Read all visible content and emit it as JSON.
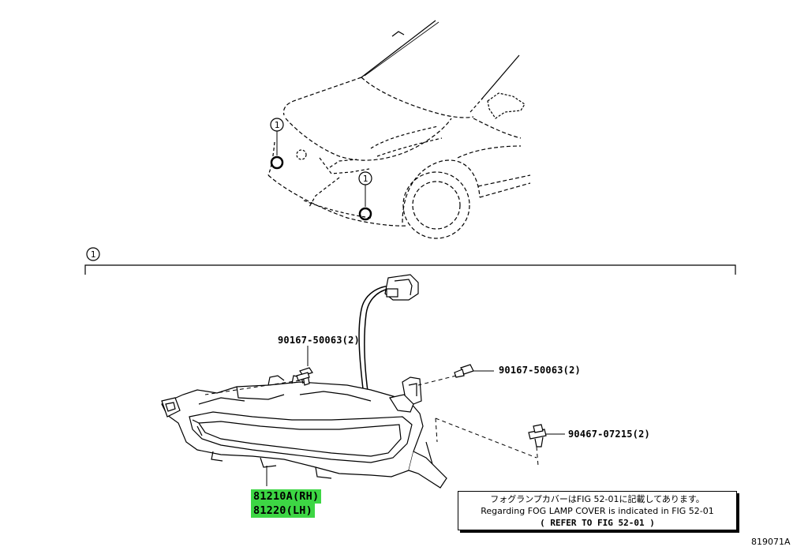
{
  "callouts": {
    "marker": "1"
  },
  "parts": [
    {
      "number": "90167-50063(2)",
      "highlighted": false
    },
    {
      "number": "90167-50063(2)",
      "highlighted": false
    },
    {
      "number": "90467-07215(2)",
      "highlighted": false
    },
    {
      "number": "81210A(RH)",
      "highlighted": true
    },
    {
      "number": "81220(LH)",
      "highlighted": true
    }
  ],
  "note": {
    "line1": "フォグランプカバーはFIG 52-01に記載してあります。",
    "line2": "Regarding FOG LAMP COVER is indicated in FIG 52-01",
    "line3": "(   REFER TO FIG 52-01   )"
  },
  "figure_code": "819071A",
  "colors": {
    "highlight": "#3dd644",
    "line": "#000000"
  }
}
